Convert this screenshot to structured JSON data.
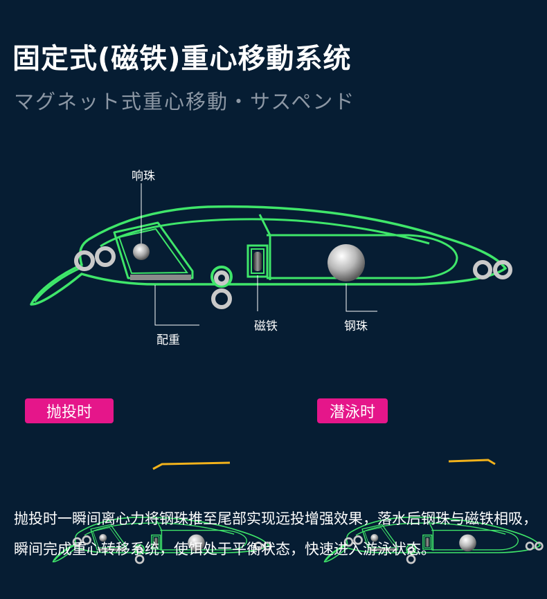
{
  "title": "固定式(磁铁)重心移動系统",
  "subtitle": "マグネット式重心移動・サスペンド",
  "callouts": {
    "rattle": "响珠",
    "weight": "配重",
    "magnet": "磁铁",
    "steel_ball": "钢珠"
  },
  "states": {
    "casting": "抛投时",
    "swimming": "潜泳时"
  },
  "description": "抛投时一瞬间离心力将钢珠推至尾部实现远投增强效果，落水后钢珠与磁铁相吸，瞬间完成重心转移系统，使饵处于平衡状态，快速进入游泳状态。",
  "colors": {
    "background": "#061d33",
    "outline": "#3fe66a",
    "tag": "#e5168a",
    "rod": "#f2b21b"
  }
}
